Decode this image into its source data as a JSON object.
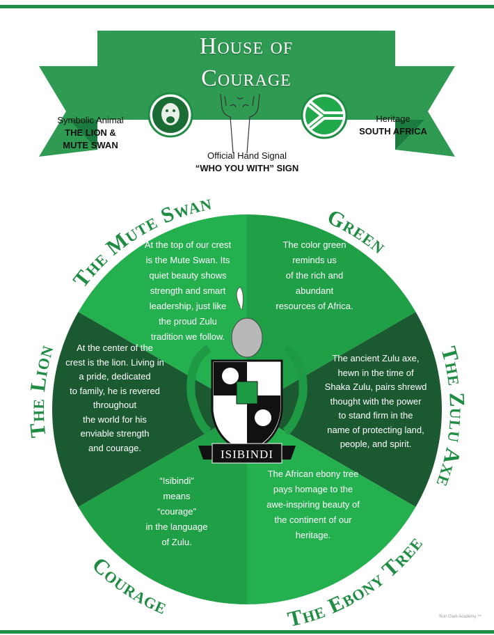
{
  "title": {
    "line1": "House of",
    "line2": "Courage"
  },
  "symbolic_animal": {
    "label": "Symbolic Animal",
    "value_line1": "THE LION &",
    "value_line2": "MUTE SWAN"
  },
  "hand_signal": {
    "label": "Official Hand Signal",
    "value": "“WHO YOU WITH” SIGN"
  },
  "heritage": {
    "label": "Heritage",
    "value": "SOUTH AFRICA"
  },
  "colors": {
    "light": "#25b050",
    "mid": "#20a046",
    "dark": "#1b5a31",
    "banner": "#2f9a52",
    "banner_dark": "#1b7a3e"
  },
  "segments": {
    "mute_swan": {
      "heading": "The Mute Swan",
      "lines": [
        "At the top of our crest",
        "is the Mute Swan. Its",
        "quiet beauty shows",
        "strength and smart",
        "leadership, just like",
        "the proud Zulu",
        "tradition we follow."
      ]
    },
    "green": {
      "heading": "Green",
      "lines": [
        "The color green",
        "reminds us",
        "of the rich and",
        "abundant",
        "resources of Africa."
      ]
    },
    "lion": {
      "heading": "The Lion",
      "lines": [
        "At the center of the",
        "crest is the lion. Living in",
        "a pride, dedicated",
        "to family, he is revered",
        "throughout",
        "the world for his",
        "enviable strength",
        "and courage."
      ]
    },
    "zulu_axe": {
      "heading": "The Zulu Axe",
      "lines": [
        "The ancient Zulu axe,",
        "hewn in the time of",
        "Shaka Zulu, pairs shrewd",
        "thought with the power",
        "to stand firm in the",
        "name of protecting land,",
        "people, and spirit."
      ]
    },
    "courage": {
      "heading": "Courage",
      "lines": [
        "“Isibindi”",
        "means",
        "“courage”",
        "in the language",
        "of Zulu."
      ]
    },
    "ebony_tree": {
      "heading": "The Ebony Tree",
      "lines": [
        "The African ebony tree",
        "pays homage to the",
        "awe-inspiring beauty of",
        "the continent of our",
        "heritage."
      ]
    }
  },
  "crest": {
    "motto": "ISIBINDI"
  },
  "footer": {
    "credit": "Ron Clark Academy ™"
  }
}
